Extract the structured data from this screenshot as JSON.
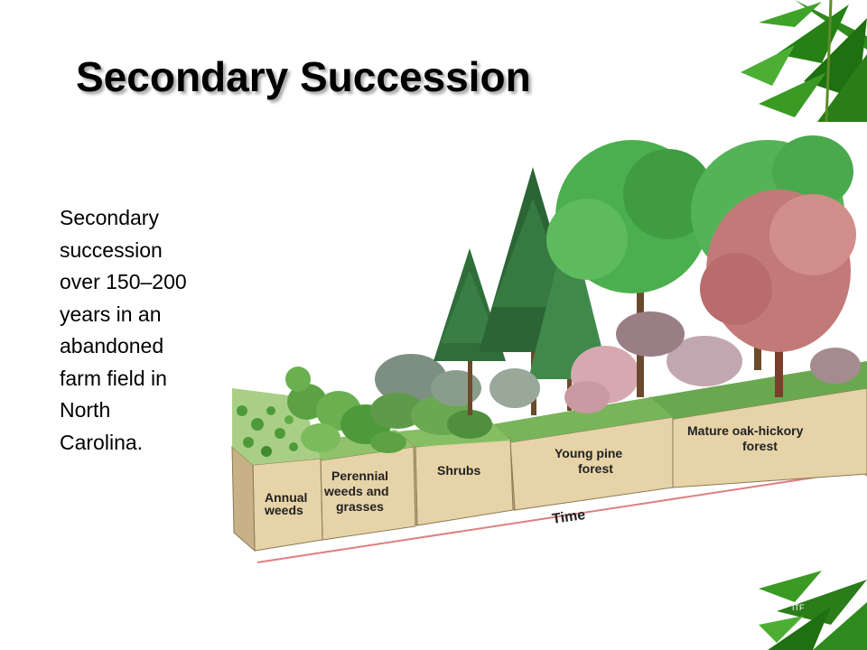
{
  "title": "Secondary Succession",
  "body_lines": [
    "Secondary",
    "succession",
    "over 150–200",
    "years in an",
    "abandoned",
    "farm field in",
    "North",
    "Carolina."
  ],
  "diagram": {
    "stages": [
      {
        "label_lines": [
          "Annual",
          "weeds"
        ]
      },
      {
        "label_lines": [
          "Perennial",
          "weeds and",
          "grasses"
        ]
      },
      {
        "label_lines": [
          "Shrubs"
        ]
      },
      {
        "label_lines": [
          "Young pine",
          "forest"
        ]
      },
      {
        "label_lines": [
          "Mature oak-hickory",
          "forest"
        ]
      }
    ],
    "time_label": "Time"
  },
  "footer_mark": "ITF"
}
